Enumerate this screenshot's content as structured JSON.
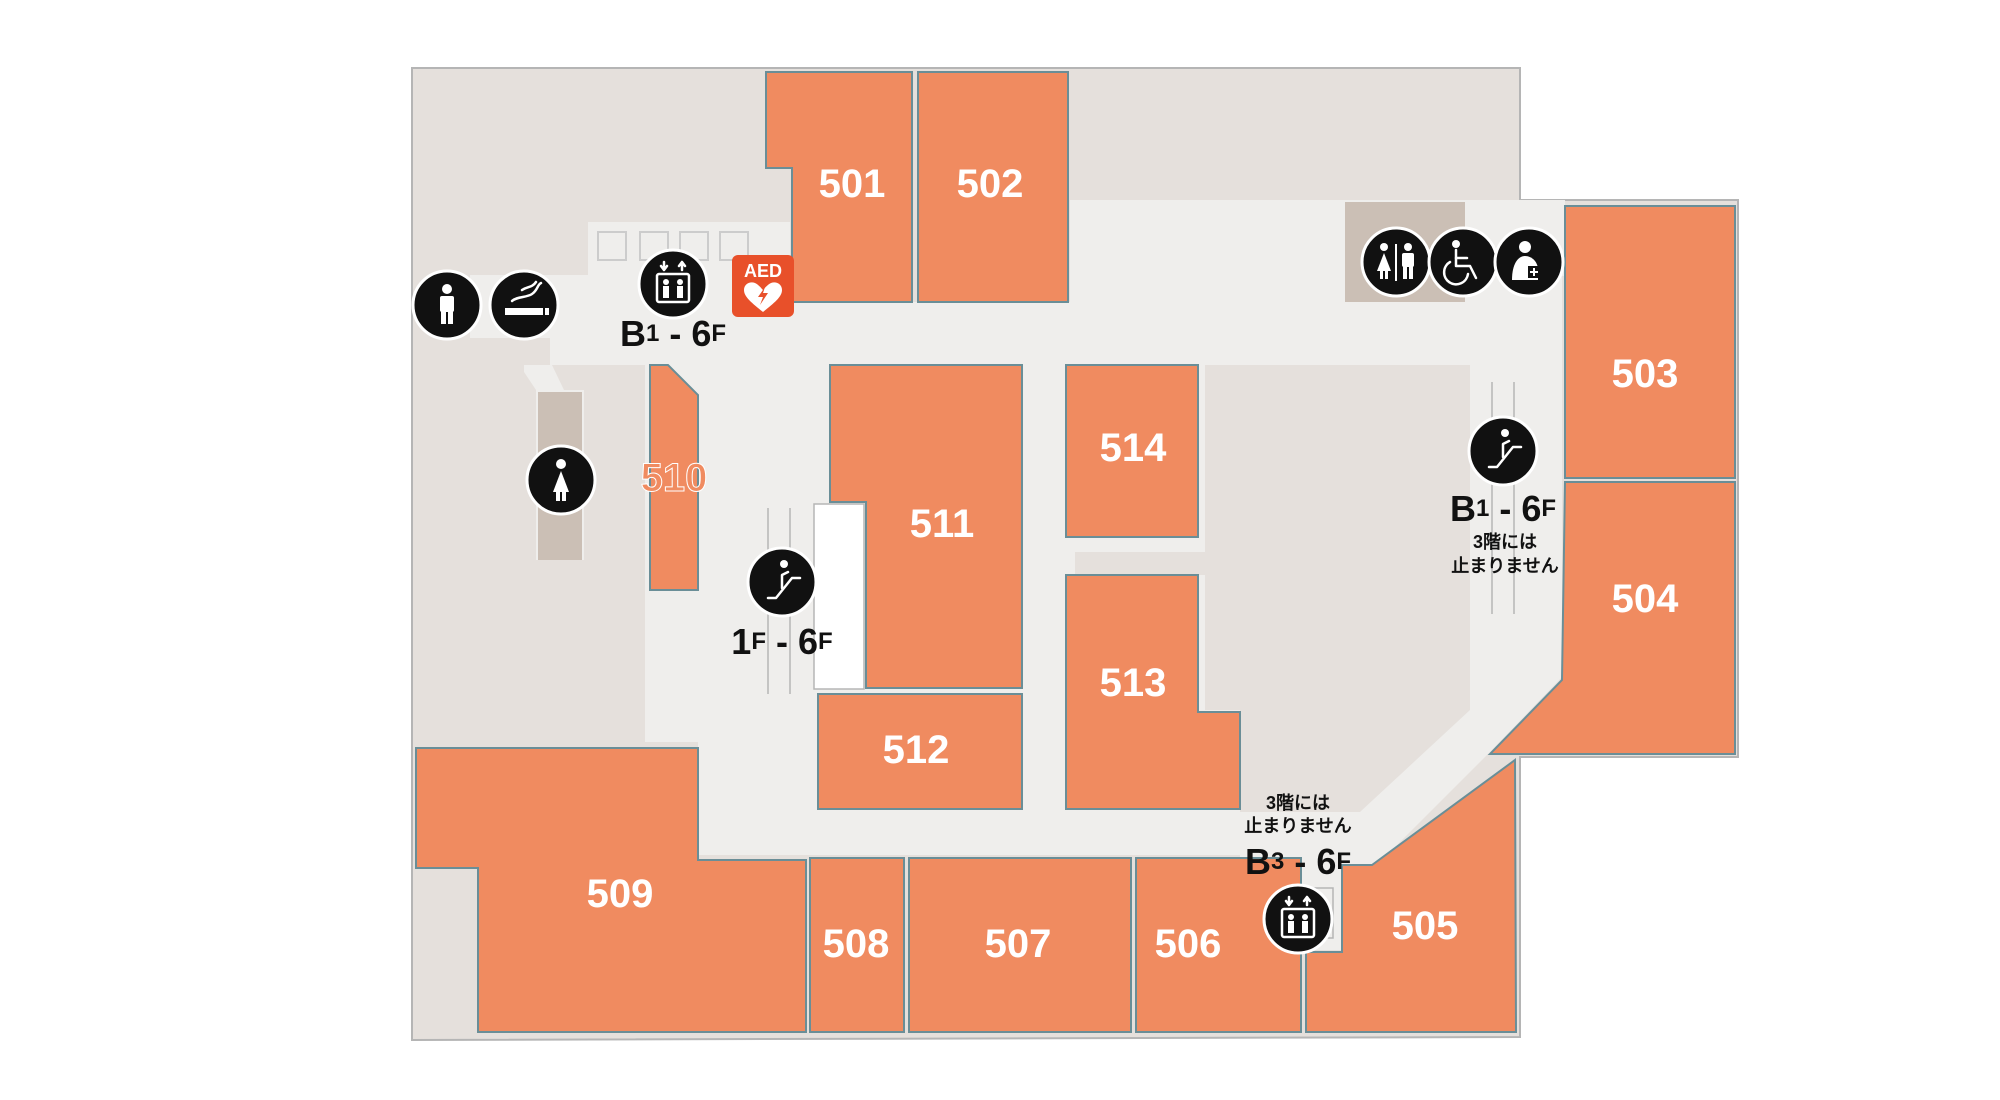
{
  "units": [
    {
      "id": "u501",
      "label": "501"
    },
    {
      "id": "u502",
      "label": "502"
    },
    {
      "id": "u503",
      "label": "503"
    },
    {
      "id": "u504",
      "label": "504"
    },
    {
      "id": "u505",
      "label": "505"
    },
    {
      "id": "u506",
      "label": "506"
    },
    {
      "id": "u507",
      "label": "507"
    },
    {
      "id": "u508",
      "label": "508"
    },
    {
      "id": "u509",
      "label": "509"
    },
    {
      "id": "u510",
      "label": "510"
    },
    {
      "id": "u511",
      "label": "511"
    },
    {
      "id": "u512",
      "label": "512"
    },
    {
      "id": "u513",
      "label": "513"
    },
    {
      "id": "u514",
      "label": "514"
    }
  ],
  "facilities": {
    "elevator_west": {
      "icon": "elevator-icon",
      "range_main": "B",
      "range_sub1": "1",
      "range_mid": " - 6",
      "range_sub2": "F"
    },
    "aed": {
      "icon": "aed-icon",
      "label": "AED"
    },
    "escalator_center": {
      "icon": "escalator-icon",
      "range_main": "1",
      "range_sub1": "F",
      "range_mid": " - 6",
      "range_sub2": "F"
    },
    "escalator_east": {
      "icon": "escalator-icon",
      "range_main": "B",
      "range_sub1": "1",
      "range_mid": " - 6",
      "range_sub2": "F",
      "note_line1": "3階には",
      "note_line2": "止まりません"
    },
    "elevator_south": {
      "icon": "elevator-icon",
      "range_main": "B",
      "range_sub1": "3",
      "range_mid": " - 6",
      "range_sub2": "F",
      "note_line1": "3階には",
      "note_line2": "止まりません"
    },
    "restroom_men": {
      "icon": "men-restroom-icon"
    },
    "smoking_area": {
      "icon": "smoking-icon"
    },
    "restroom_women": {
      "icon": "women-restroom-icon"
    },
    "restroom_all": {
      "icon": "restroom-icon"
    },
    "accessible": {
      "icon": "wheelchair-icon"
    },
    "nursing_room": {
      "icon": "baby-care-icon"
    }
  },
  "colors": {
    "store": "#F08B60",
    "store_outline": "#6A8E97",
    "corridor": "#EFEEEC",
    "back_area": "#E5E0DC",
    "restroom_area": "#CBBFB5",
    "icon": "#111111",
    "aed": "#E8502A"
  }
}
